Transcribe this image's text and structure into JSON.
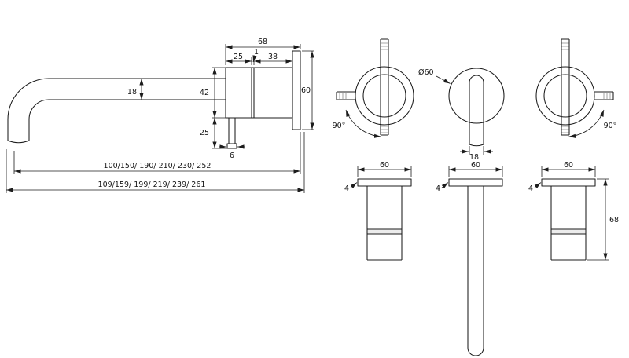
{
  "drawing": {
    "background": "#ffffff",
    "line_color": "#1c1c1c"
  },
  "side_view": {
    "total_width": "68",
    "segment_left": "25",
    "segment_gap": "1",
    "segment_right": "38",
    "spout_diameter": "18",
    "body_height": "42",
    "lever_length": "25",
    "plate_height": "60",
    "lever_tip_width": "6",
    "reach_options": "100/150/ 190/ 210/ 230/ 252",
    "overall_options": "109/159/ 199/ 219/ 239/ 261"
  },
  "front_views": {
    "plate_diameter": "Ø60",
    "left_handle_angle": "90°",
    "spout_width": "18",
    "right_handle_angle": "90°"
  },
  "section_views": {
    "left_width": "60",
    "left_thickness": "4",
    "middle_width": "60",
    "middle_thickness": "4",
    "right_width": "60",
    "right_thickness": "4",
    "body_length": "68"
  }
}
